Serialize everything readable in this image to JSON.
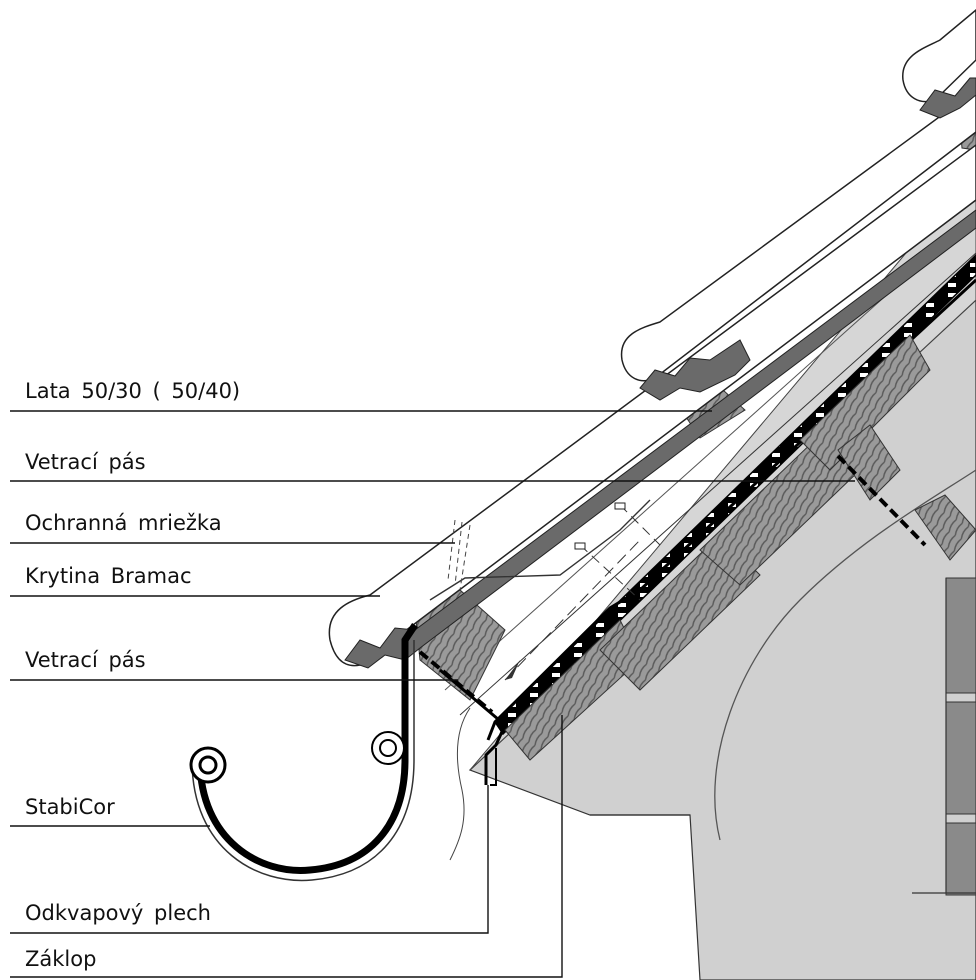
{
  "labels": {
    "lata": "Lata  50/30  (   50/40)",
    "vetraci_pas_top": "Vetrací  pás",
    "ochranna_mriezka": "Ochranná  mriežka",
    "krytina": "Krytina  Bramac",
    "vetraci_pas_bottom": "Vetrací  pás",
    "stabicor": "StabiCor",
    "odkvapovy_plech": "Odkvapový  plech",
    "zaklop": "Záklop"
  },
  "colors": {
    "roof_body": "#d0d0d0",
    "wood_hatch": "#8c8c8c",
    "tile_stroke": "#2a2a2a",
    "tile_fill": "#ffffff",
    "wall_block": "#8a8a8a",
    "line": "#111111"
  }
}
